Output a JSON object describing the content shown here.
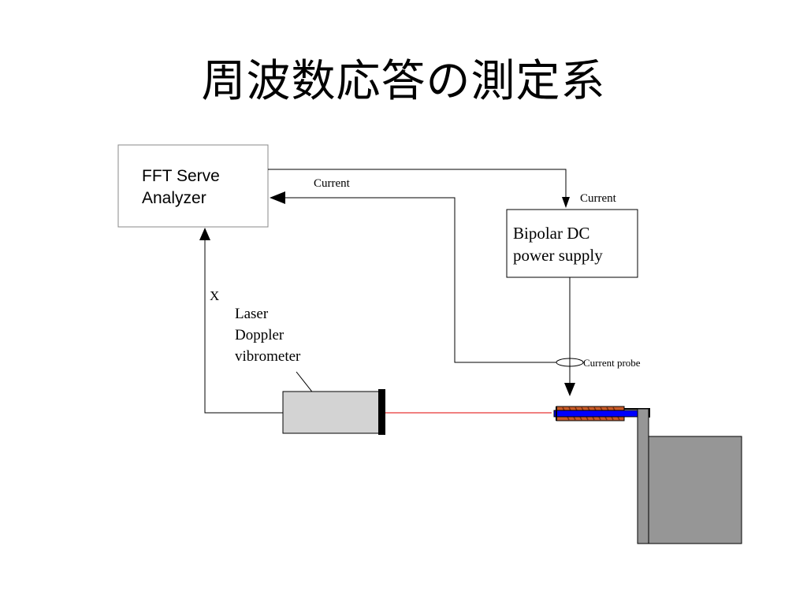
{
  "slide": {
    "title": "周波数応答の測定系"
  },
  "diagram": {
    "analyzer": {
      "line1": "FFT Serve",
      "line2": "Analyzer"
    },
    "power_supply": {
      "line1": "Bipolar DC",
      "line2": "power supply"
    },
    "labels": {
      "current_return": "Current",
      "current_out": "Current",
      "x_signal": "X",
      "current_probe": "Current probe"
    },
    "vibrometer": {
      "line1": "Laser",
      "line2": "Doppler",
      "line3": "vibrometer"
    },
    "colors": {
      "laser_beam": "#e00000",
      "coil": "#c85a28",
      "magnet": "#0000ff",
      "vibrometer_body": "#d3d3d3",
      "stand": "#969696"
    }
  }
}
